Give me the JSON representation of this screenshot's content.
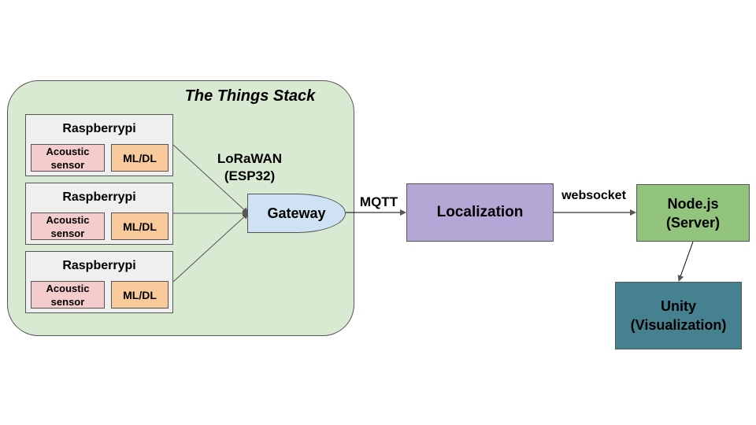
{
  "stack": {
    "title": "The Things Stack",
    "devices": [
      {
        "label": "Raspberrypi",
        "sensor": "Acoustic sensor",
        "model": "ML/DL"
      },
      {
        "label": "Raspberrypi",
        "sensor": "Acoustic sensor",
        "model": "ML/DL"
      },
      {
        "label": "Raspberrypi",
        "sensor": "Acoustic sensor",
        "model": "ML/DL"
      }
    ],
    "link_label_line1": "LoRaWAN",
    "link_label_line2": "(ESP32)",
    "gateway": "Gateway"
  },
  "edges": {
    "mqtt": "MQTT",
    "websocket": "websocket"
  },
  "nodes": {
    "localization": "Localization",
    "server_line1": "Node.js",
    "server_line2": "(Server)",
    "unity_line1": "Unity",
    "unity_line2": "(Visualization)"
  },
  "colors": {
    "stack_bg": "#d9ead3",
    "device_bg": "#efefef",
    "sensor_bg": "#f4cccc",
    "model_bg": "#f9cb9c",
    "gateway_bg": "#cfe2f3",
    "localization_bg": "#b4a7d6",
    "server_bg": "#93c47d",
    "unity_bg": "#45818e",
    "border": "#555555"
  }
}
